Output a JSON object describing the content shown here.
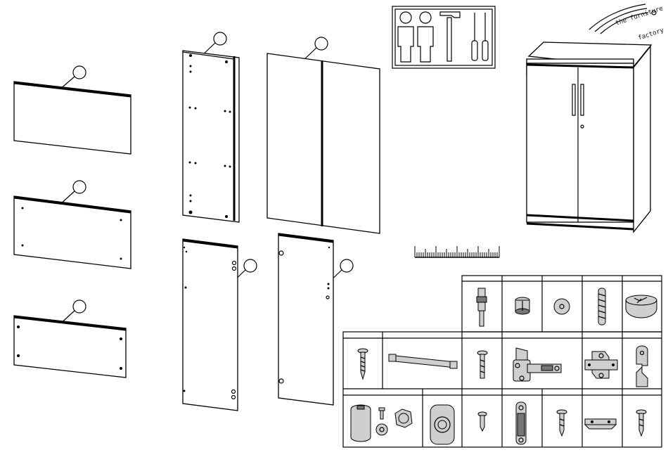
{
  "document": {
    "type": "assembly-instructions-parts-overview"
  },
  "logo": {
    "line1": "the furniture",
    "line2": "factory",
    "mark": "registered-circle-mark"
  },
  "tools": [
    "person-icon",
    "person-icon",
    "hammer-icon",
    "screwdriver-icon",
    "screwdriver-icon"
  ],
  "ruler": {
    "icon": "ruler-icon"
  },
  "panels": [
    {
      "id": "panel-top",
      "shape": "horizontal-board"
    },
    {
      "id": "panel-shelf",
      "shape": "horizontal-board"
    },
    {
      "id": "panel-bottom",
      "shape": "horizontal-board"
    },
    {
      "id": "panel-side-left",
      "shape": "vertical-board"
    },
    {
      "id": "panel-back",
      "shape": "back-panel"
    },
    {
      "id": "panel-side-right",
      "shape": "vertical-board"
    },
    {
      "id": "panel-door",
      "shape": "door"
    }
  ],
  "hardware": {
    "row1": [
      "cam-bolt-icon",
      "cam-lock-icon",
      "washer-icon",
      "dowel-icon",
      "cap-bowl-icon"
    ],
    "row2": [
      "long-screw-icon",
      "handle-bar-icon",
      "screw-icon",
      "hinge-icon",
      "hinge-plate-icon",
      "bracket-clip-icon"
    ],
    "row3": [
      "lock-cylinder-set-icon",
      "lock-plate-icon",
      "short-screw-icon",
      "lock-bolt-icon",
      "screw-icon",
      "angle-bracket-icon",
      "screw-icon"
    ]
  }
}
